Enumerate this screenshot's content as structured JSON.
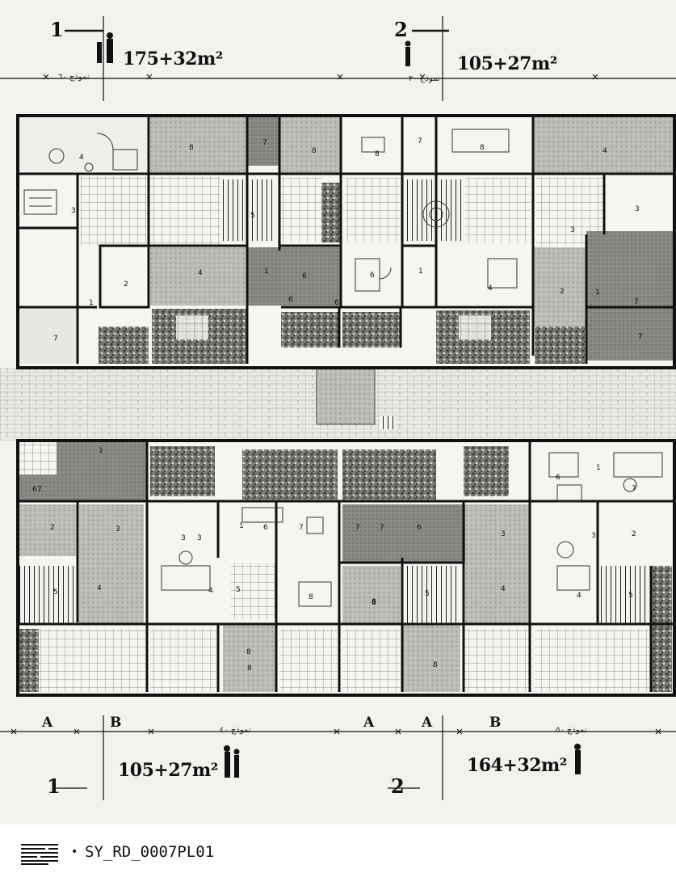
{
  "sheet": {
    "top_left": {
      "number": "1",
      "area": "175+32m²",
      "arabic": "نموذج ٦٠"
    },
    "top_right": {
      "number": "2",
      "area": "105+27m²",
      "arabic": "نموذج ٢٠"
    },
    "bottom_left": {
      "number": "1",
      "area": "105+27m²",
      "arabic": "نموذج ٤٠"
    },
    "bottom_right": {
      "number": "2",
      "area": "164+32m²",
      "arabic": "نموذج ٥٠"
    },
    "axes": [
      "A",
      "B",
      "A",
      "A",
      "B"
    ]
  },
  "rooms": {
    "top": [
      "4",
      "8",
      "7",
      "8",
      "8",
      "7",
      "8",
      "4",
      "3",
      "5",
      "3",
      "2",
      "1",
      "4",
      "6",
      "1",
      "6",
      "1",
      "4",
      "2",
      "1",
      "7",
      "6",
      "7",
      "7",
      "6",
      "3"
    ],
    "bottom": [
      "1",
      "6",
      "7",
      "2",
      "3",
      "4",
      "5",
      "3",
      "1",
      "6",
      "7",
      "4",
      "5",
      "3",
      "8",
      "8",
      "7",
      "7",
      "6",
      "3",
      "5",
      "4",
      "8",
      "8",
      "8",
      "6",
      "1",
      "7",
      "3",
      "2",
      "4",
      "5",
      "8"
    ]
  },
  "footer": {
    "id": "SY_RD_0007PL01",
    "bullet": "•"
  }
}
